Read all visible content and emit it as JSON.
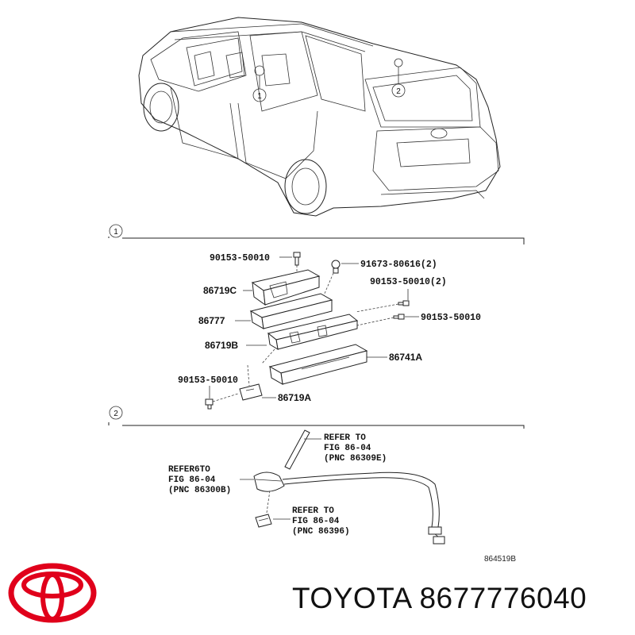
{
  "diagram": {
    "section_markers": [
      "1",
      "2"
    ],
    "car_callouts": [
      "1",
      "2"
    ],
    "section1_labels": {
      "bolt_top": "90153-50010",
      "clip_top": "91673-80616(2)",
      "bolt_right_pair": "90153-50010(2)",
      "bolt_right": "90153-50010",
      "bracket_upper": "86719C",
      "module": "86777",
      "bracket_lower": "86719B",
      "receiver": "86741A",
      "bolt_bottom": "90153-50010",
      "bracket_bottom": "86719A"
    },
    "section2_refs": {
      "antenna_rod": [
        "REFER TO",
        "FIG 86-04",
        "(PNC 86309E)"
      ],
      "antenna_base": [
        "REFER6TO",
        "FIG 86-04",
        "(PNC 86300B)"
      ],
      "antenna_pad": [
        "REFER TO",
        "FIG 86-04",
        "(PNC 86396)"
      ]
    },
    "figure_code": "864519B"
  },
  "brand": {
    "text": "TOYOTA 8677776040",
    "logo_color": "#e0001b"
  }
}
